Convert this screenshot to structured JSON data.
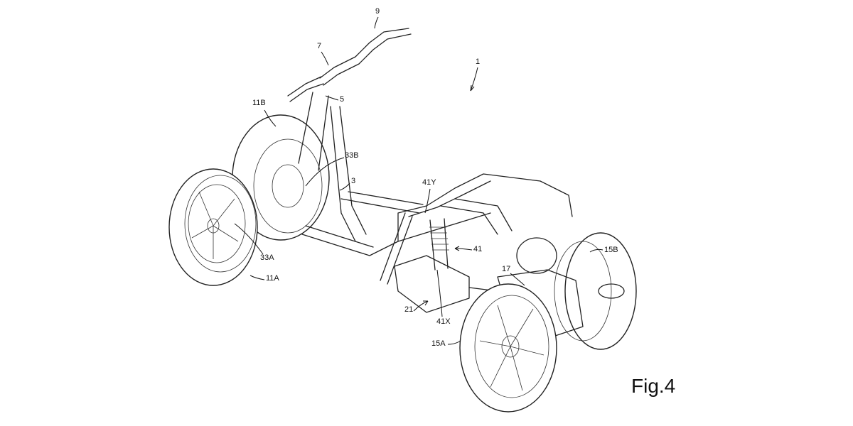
{
  "figure": {
    "caption": "Fig.4",
    "labels": {
      "vehicle": "1",
      "frame": "3",
      "steering_column": "5",
      "steering_head": "7",
      "handlebar": "9",
      "front_wheel_left": "11A",
      "front_wheel_right": "11B",
      "front_brake_left": "33A",
      "front_brake_right": "33B",
      "rear_wheel_left": "15A",
      "rear_wheel_right": "15B",
      "engine": "17",
      "rear_suspension_assembly": "21",
      "shock_absorber": "41",
      "shock_axis_x": "41X",
      "shock_axis_y": "41Y"
    }
  }
}
